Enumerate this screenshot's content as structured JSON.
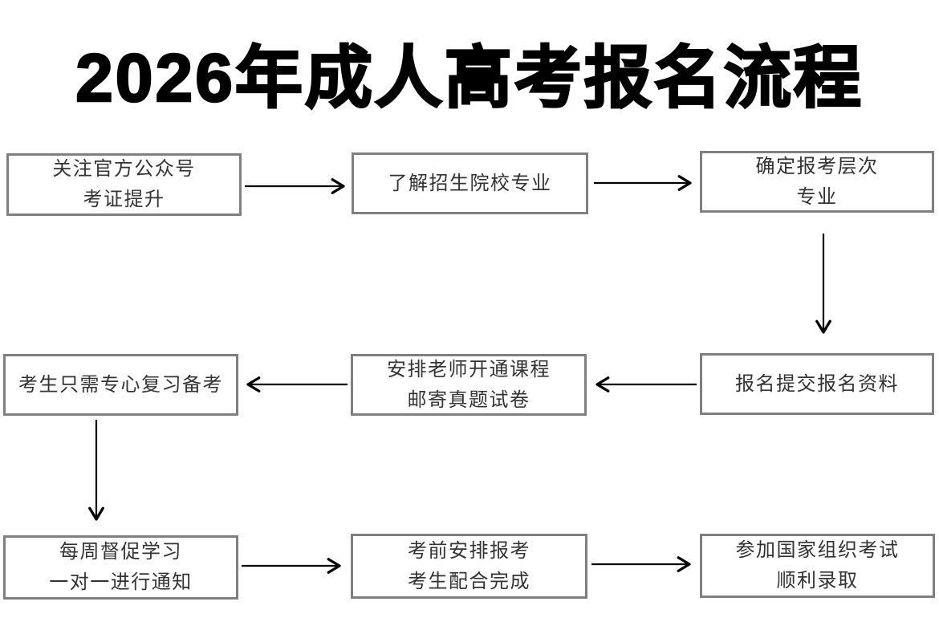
{
  "page": {
    "title": "2026年成人高考报名流程",
    "background": "#ffffff"
  },
  "colors": {
    "title_text": "#000000",
    "box_border": "#7f7f7f",
    "box_text": "#333333",
    "arrow": "#000000"
  },
  "flow": {
    "nodes": [
      {
        "id": "follow-official-account",
        "lines": [
          "关注官方公众号",
          "考证提升"
        ]
      },
      {
        "id": "learn-schools-majors",
        "lines": [
          "了解招生院校专业"
        ]
      },
      {
        "id": "confirm-level-major",
        "lines": [
          "确定报考层次",
          "专业"
        ]
      },
      {
        "id": "submit-materials",
        "lines": [
          "报名提交报名资料"
        ]
      },
      {
        "id": "teacher-opens-course",
        "lines": [
          "安排老师开通课程",
          "邮寄真题试卷"
        ]
      },
      {
        "id": "focus-on-review",
        "lines": [
          "考生只需专心复习备考"
        ]
      },
      {
        "id": "weekly-supervision",
        "lines": [
          "每周督促学习",
          "一对一进行通知"
        ]
      },
      {
        "id": "pre-exam-arrangement",
        "lines": [
          "考前安排报考",
          "考生配合完成"
        ]
      },
      {
        "id": "take-exam-admitted",
        "lines": [
          "参加国家组织考试",
          "顺利录取"
        ]
      }
    ]
  }
}
